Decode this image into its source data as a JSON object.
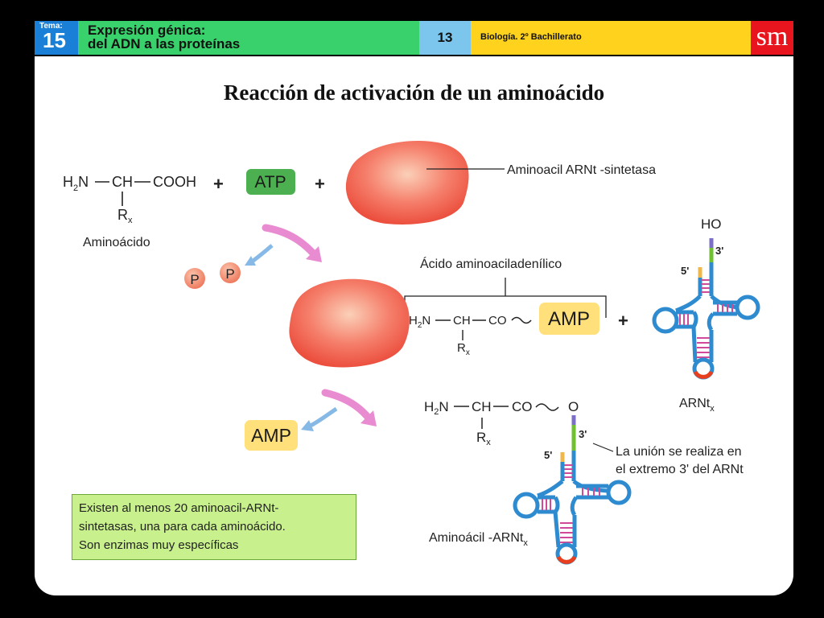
{
  "header": {
    "tema_label": "Tema:",
    "tema_number": "15",
    "title_line1": "Expresión génica:",
    "title_line2": "del ADN a las proteínas",
    "page_number": "13",
    "course": "Biología. 2º Bachillerato",
    "brand": "sm"
  },
  "main": {
    "title": "Reacción de activación de un aminoácido"
  },
  "diagram": {
    "aminoacid": {
      "h": "H",
      "two": "2",
      "n": "N",
      "ch": "CH",
      "cooh": "COOH",
      "r": "R",
      "x": "x",
      "label": "Aminoácido"
    },
    "plus": "+",
    "atp": "ATP",
    "enzyme_label": "Aminoacil ARNt -sintetasa",
    "phosphate": "P",
    "acid_label": "Ácido aminoaciladenílico",
    "intermediate": {
      "co": "CO",
      "amp": "AMP"
    },
    "trna_label": "ARNt",
    "trna_sub": "x",
    "ho": "HO",
    "three_prime": "3'",
    "five_prime": "5'",
    "amp_released": "AMP",
    "product": {
      "co": "CO",
      "o": "O"
    },
    "union_line1": "La unión se realiza en",
    "union_line2": "el extremo 3' del ARNt",
    "aminoacyl_label": "Aminoácil -ARNt",
    "aminoacyl_sub": "x"
  },
  "note": {
    "line1": "Existen al menos 20 aminoacil-ARNt-",
    "line2": "sintetasas, una para cada aminoácido.",
    "line3": "Son enzimas muy específicas"
  },
  "colors": {
    "tema_blue": "#1a7fd6",
    "title_green": "#38d16b",
    "number_blue": "#7cc6ee",
    "course_yellow": "#ffd21e",
    "brand_red": "#e8141e",
    "atp_green": "#4caf50",
    "amp_yellow": "#ffe07a",
    "note_green": "#c8f08c",
    "trna_blue": "#2e8bd0",
    "arrow_pink": "#e98bd0",
    "arrow_blue": "#86b9e6"
  }
}
